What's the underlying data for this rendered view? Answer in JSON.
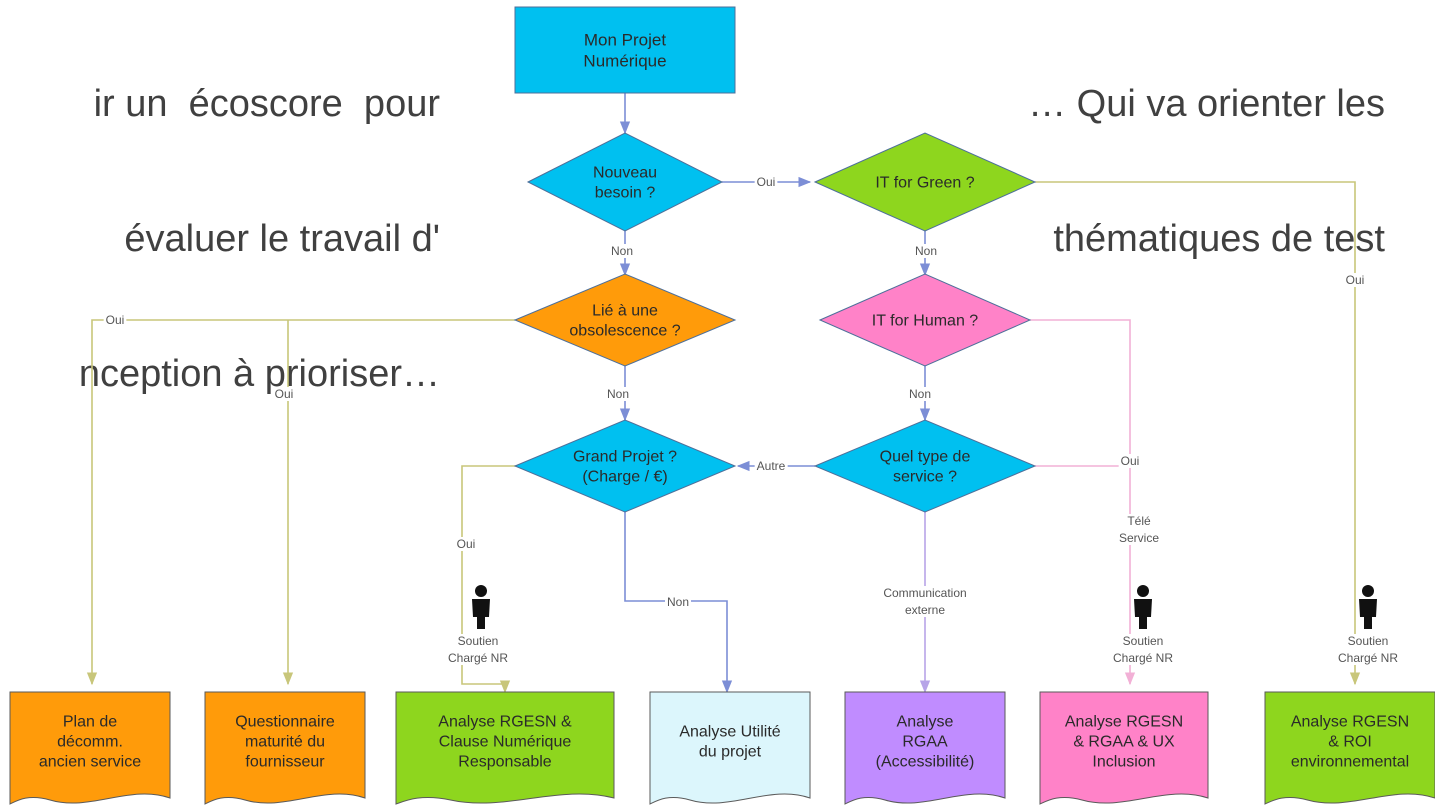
{
  "captions": {
    "left": [
      "ir un  écoscore  pour",
      "évaluer le travail d'",
      "nception à prioriser…"
    ],
    "right": [
      "… Qui va orienter les",
      "thématiques de test"
    ]
  },
  "nodes": {
    "start": [
      "Mon Projet",
      "Numérique"
    ],
    "nouveau_besoin": [
      "Nouveau",
      "besoin ?"
    ],
    "it_green": [
      "IT for Green ?"
    ],
    "obsolescence": [
      "Lié à une",
      "obsolescence ?"
    ],
    "it_human": [
      "IT for Human ?"
    ],
    "grand_projet": [
      "Grand Projet ?",
      "(Charge / €)"
    ],
    "type_service": [
      "Quel type de",
      "service ?"
    ]
  },
  "edge_labels": {
    "oui_green": "Oui",
    "non_nouveau": "Non",
    "non_green": "Non",
    "oui_obs_left": "Oui",
    "oui_obs_mid": "Oui",
    "oui_green_right": "Oui",
    "non_obs": "Non",
    "non_human": "Non",
    "autre": "Autre",
    "oui_human": "Oui",
    "oui_grand": "Oui",
    "tele_service": [
      "Télé",
      "Service"
    ],
    "non_grand": "Non",
    "communication": [
      "Communication",
      "externe"
    ]
  },
  "soutien": [
    "Soutien",
    "Chargé NR"
  ],
  "results": {
    "plan": [
      "Plan de",
      "décomm.",
      "ancien service"
    ],
    "questionnaire": [
      "Questionnaire",
      "maturité du",
      "fournisseur"
    ],
    "rgesn_clause": [
      "Analyse RGESN &",
      "Clause Numérique",
      "Responsable"
    ],
    "utilite": [
      "Analyse Utilité",
      "du projet"
    ],
    "rgaa": [
      "Analyse",
      "RGAA",
      "(Accessibilité)"
    ],
    "rgesn_rgaa_ux": [
      "Analyse RGESN",
      "& RGAA & UX",
      "Inclusion"
    ],
    "rgesn_roi": [
      "Analyse RGESN",
      "& ROI",
      "environnemental"
    ]
  },
  "colors": {
    "cyan": "#00c0f0",
    "green": "#8ed61e",
    "orange": "#ff9b0a",
    "pink": "#ff82c8",
    "purple": "#c08cff",
    "lightblue": "#dcf6fc",
    "blue_line": "#7c8ed6",
    "olive_line": "#c8c67a",
    "pink_line": "#f2b0d6",
    "purple_line": "#b7a4e8"
  }
}
